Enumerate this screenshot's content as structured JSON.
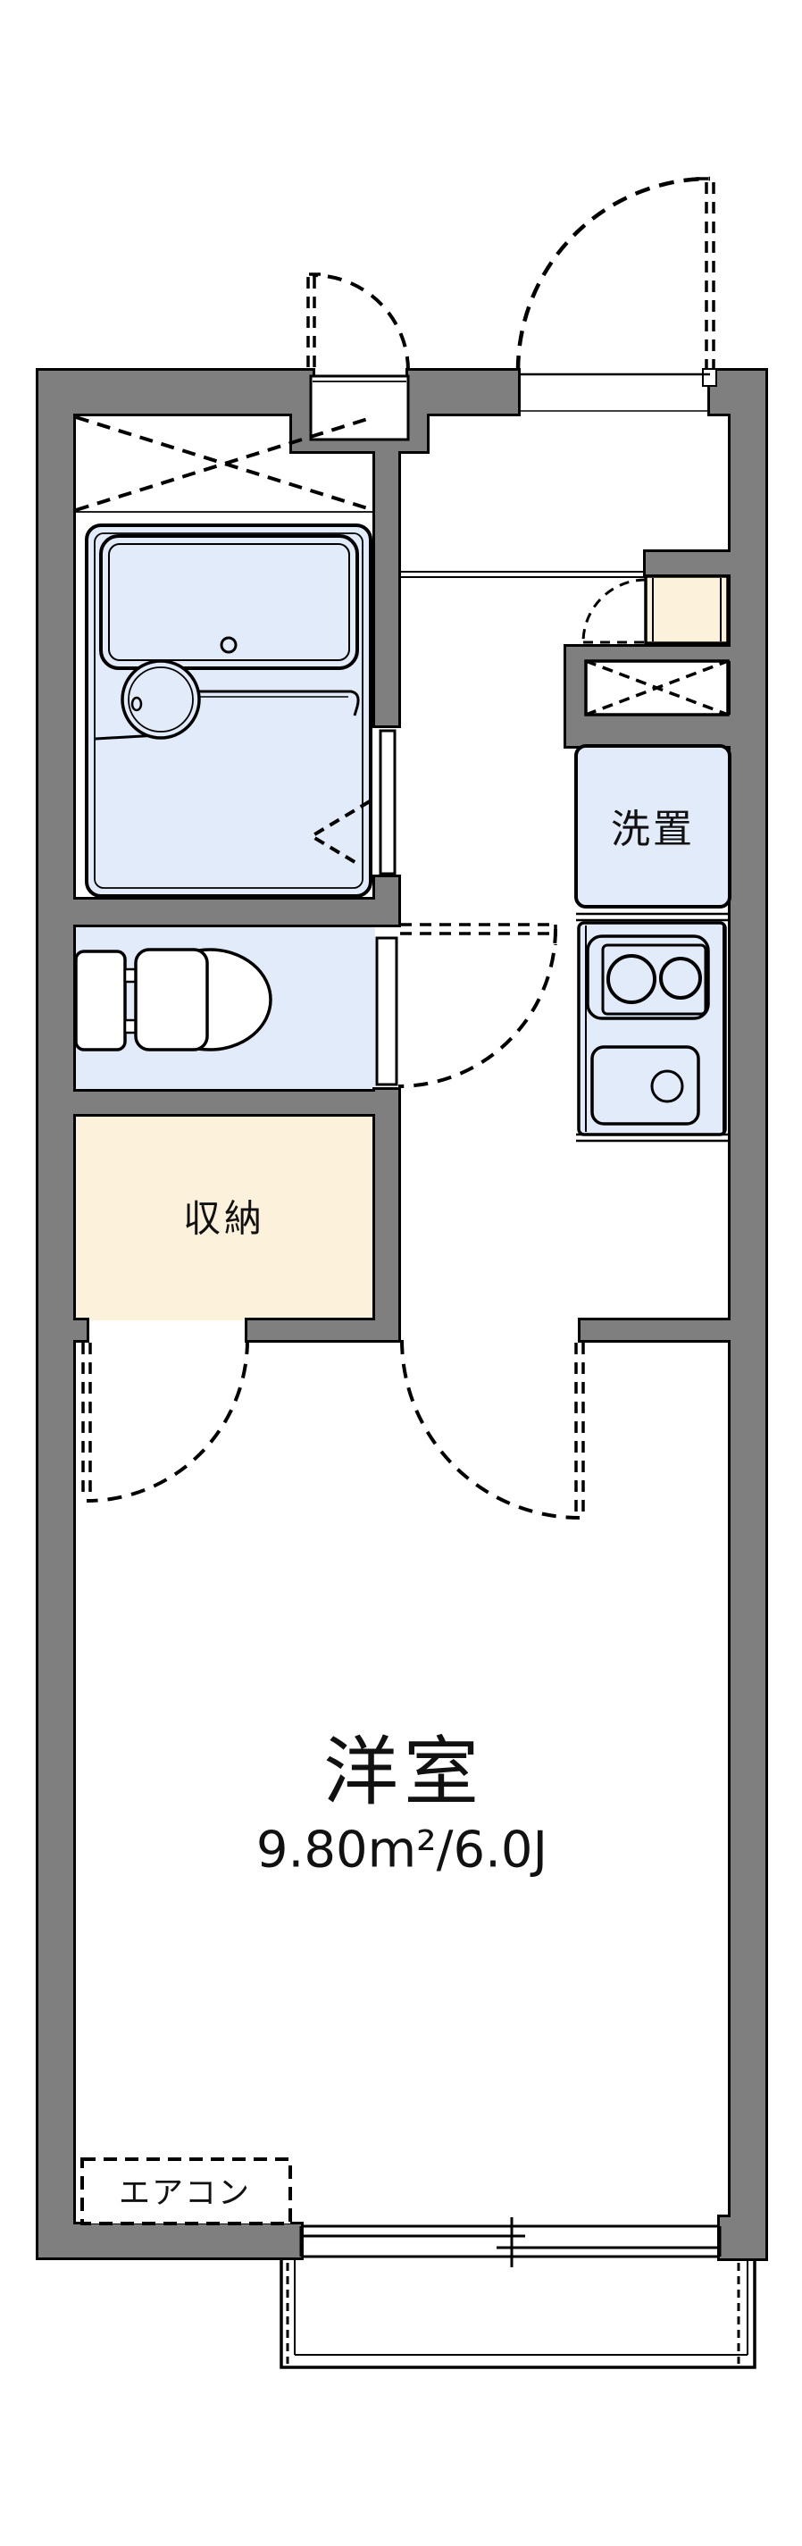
{
  "title": "Japanese apartment floor plan (1K unit)",
  "colors": {
    "wall_gray": "#7f7f7f",
    "line_black": "#000000",
    "fixture_blue": "#e2ebfa",
    "cream": "#fcf1da",
    "background": "#ffffff"
  },
  "rooms": {
    "western_room": {
      "name": "洋室",
      "area": "9.80m²/6.0J"
    },
    "storage": {
      "name": "収納"
    },
    "laundry_space": {
      "name": "洗置"
    },
    "air_conditioner": {
      "name": "エアコン"
    }
  }
}
